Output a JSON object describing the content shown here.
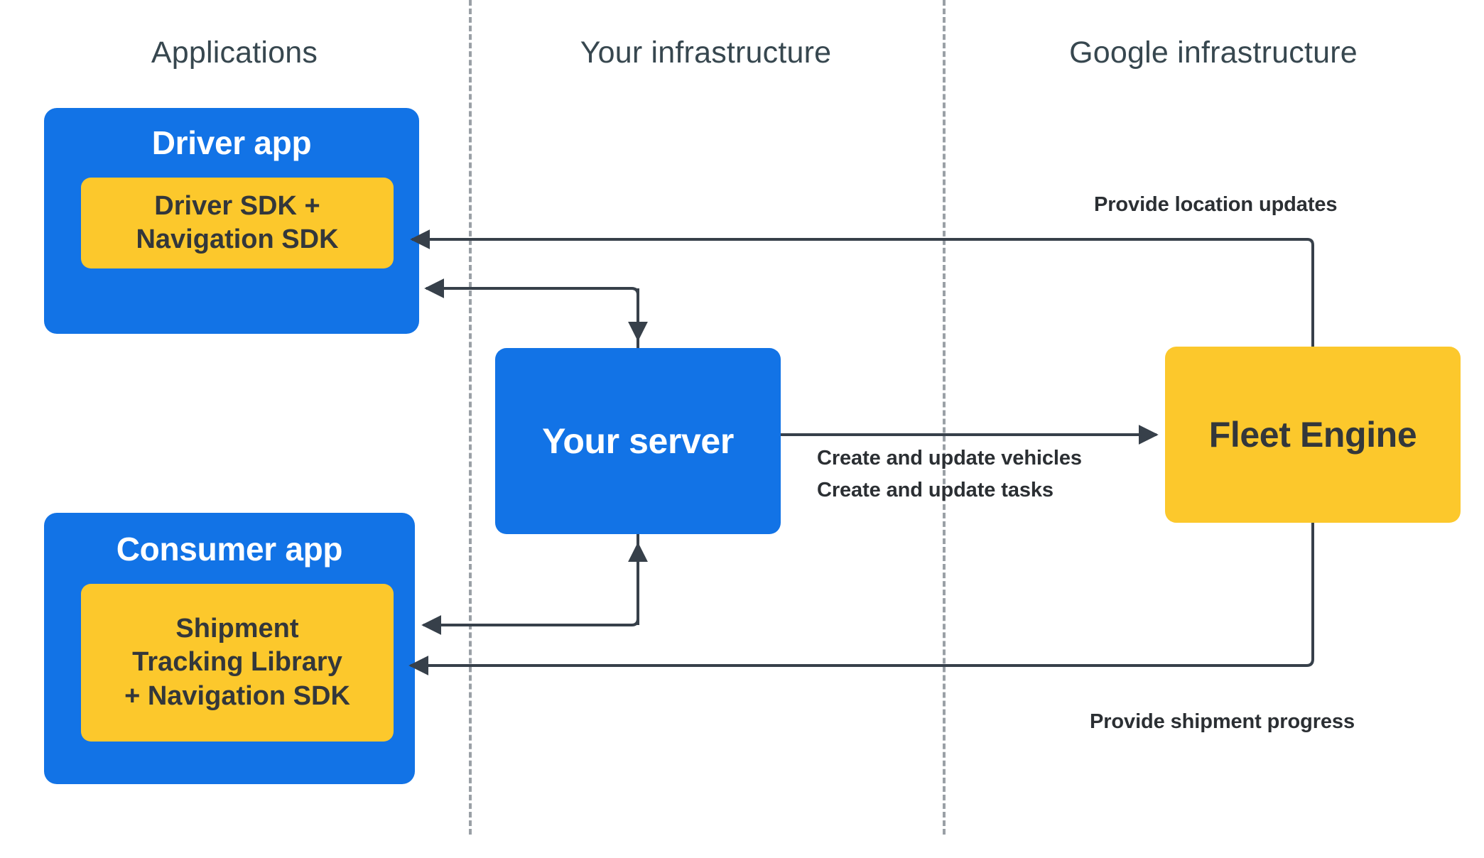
{
  "columns": [
    {
      "id": "applications",
      "label": "Applications"
    },
    {
      "id": "your-infrastructure",
      "label": "Your infrastructure"
    },
    {
      "id": "google-infrastructure",
      "label": "Google infrastructure"
    }
  ],
  "nodes": {
    "driver_app": {
      "title": "Driver app",
      "sdk": "Driver SDK +\nNavigation SDK",
      "sdk_lines": [
        "Driver SDK +",
        "Navigation SDK"
      ]
    },
    "consumer_app": {
      "title": "Consumer app",
      "sdk_lines": [
        "Shipment",
        "Tracking Library",
        "+ Navigation SDK"
      ]
    },
    "your_server": {
      "title": "Your server"
    },
    "fleet_engine": {
      "title": "Fleet Engine"
    }
  },
  "edges": [
    {
      "id": "location-updates",
      "label": "Provide location updates",
      "from": "fleet_engine",
      "to": "driver_app_sdk"
    },
    {
      "id": "server-to-driver",
      "label": "",
      "from": "your_server",
      "to": "driver_app"
    },
    {
      "id": "create-update-vehicles",
      "label": "Create and update vehicles",
      "from": "your_server",
      "to": "fleet_engine"
    },
    {
      "id": "create-update-tasks",
      "label": "Create and update tasks",
      "from": "your_server",
      "to": "fleet_engine"
    },
    {
      "id": "server-to-consumer",
      "label": "",
      "from": "your_server",
      "to": "consumer_app"
    },
    {
      "id": "consumer-to-server",
      "label": "",
      "from": "consumer_app",
      "to": "your_server"
    },
    {
      "id": "shipment-progress",
      "label": "Provide shipment progress",
      "from": "fleet_engine",
      "to": "consumer_app_sdk"
    }
  ],
  "colors": {
    "blue": "#1273E6",
    "yellow": "#FCC82C",
    "header_text": "#37474F",
    "body_text": "#2B2F33",
    "connector": "#37404A",
    "divider": "#9AA0A6",
    "background": "#FFFFFF"
  }
}
